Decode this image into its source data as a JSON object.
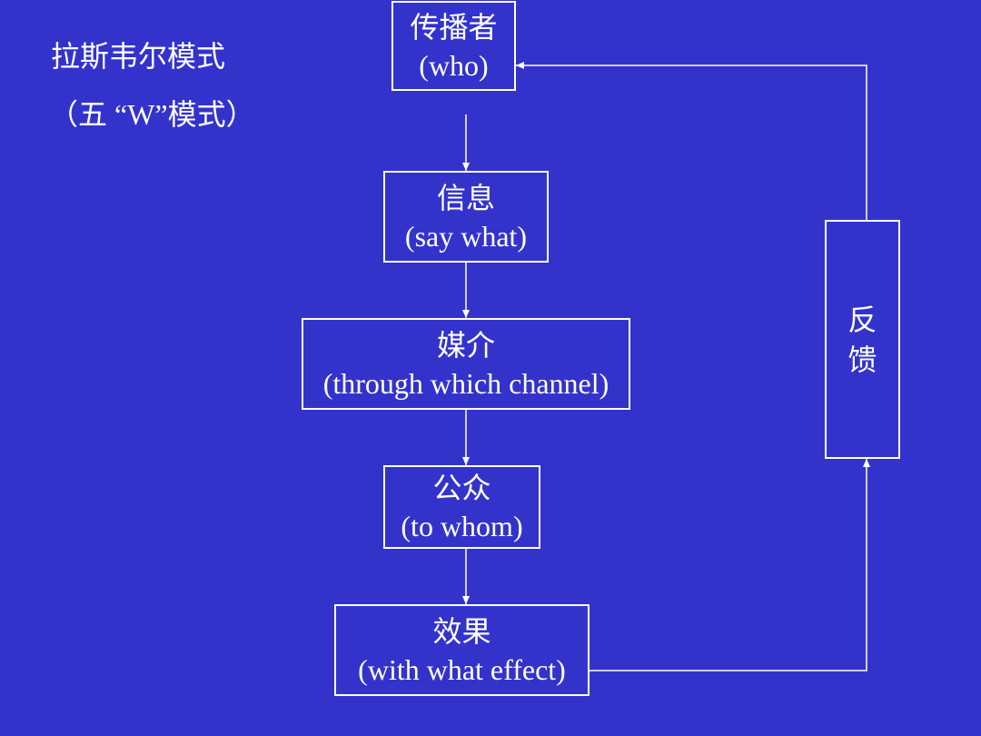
{
  "title": "拉斯韦尔模式",
  "subtitle": "（五 “W”模式）",
  "nodes": {
    "who": {
      "zh": "传播者",
      "en": "(who)"
    },
    "say_what": {
      "zh": "信息",
      "en": "(say what)"
    },
    "channel": {
      "zh": "媒介",
      "en": "(through which channel)"
    },
    "to_whom": {
      "zh": "公众",
      "en": "(to whom)"
    },
    "effect": {
      "zh": "效果",
      "en": "(with what effect)"
    },
    "feedback": {
      "zh": "反馈"
    }
  },
  "colors": {
    "background": "#3333cc",
    "foreground": "#ffffff"
  }
}
